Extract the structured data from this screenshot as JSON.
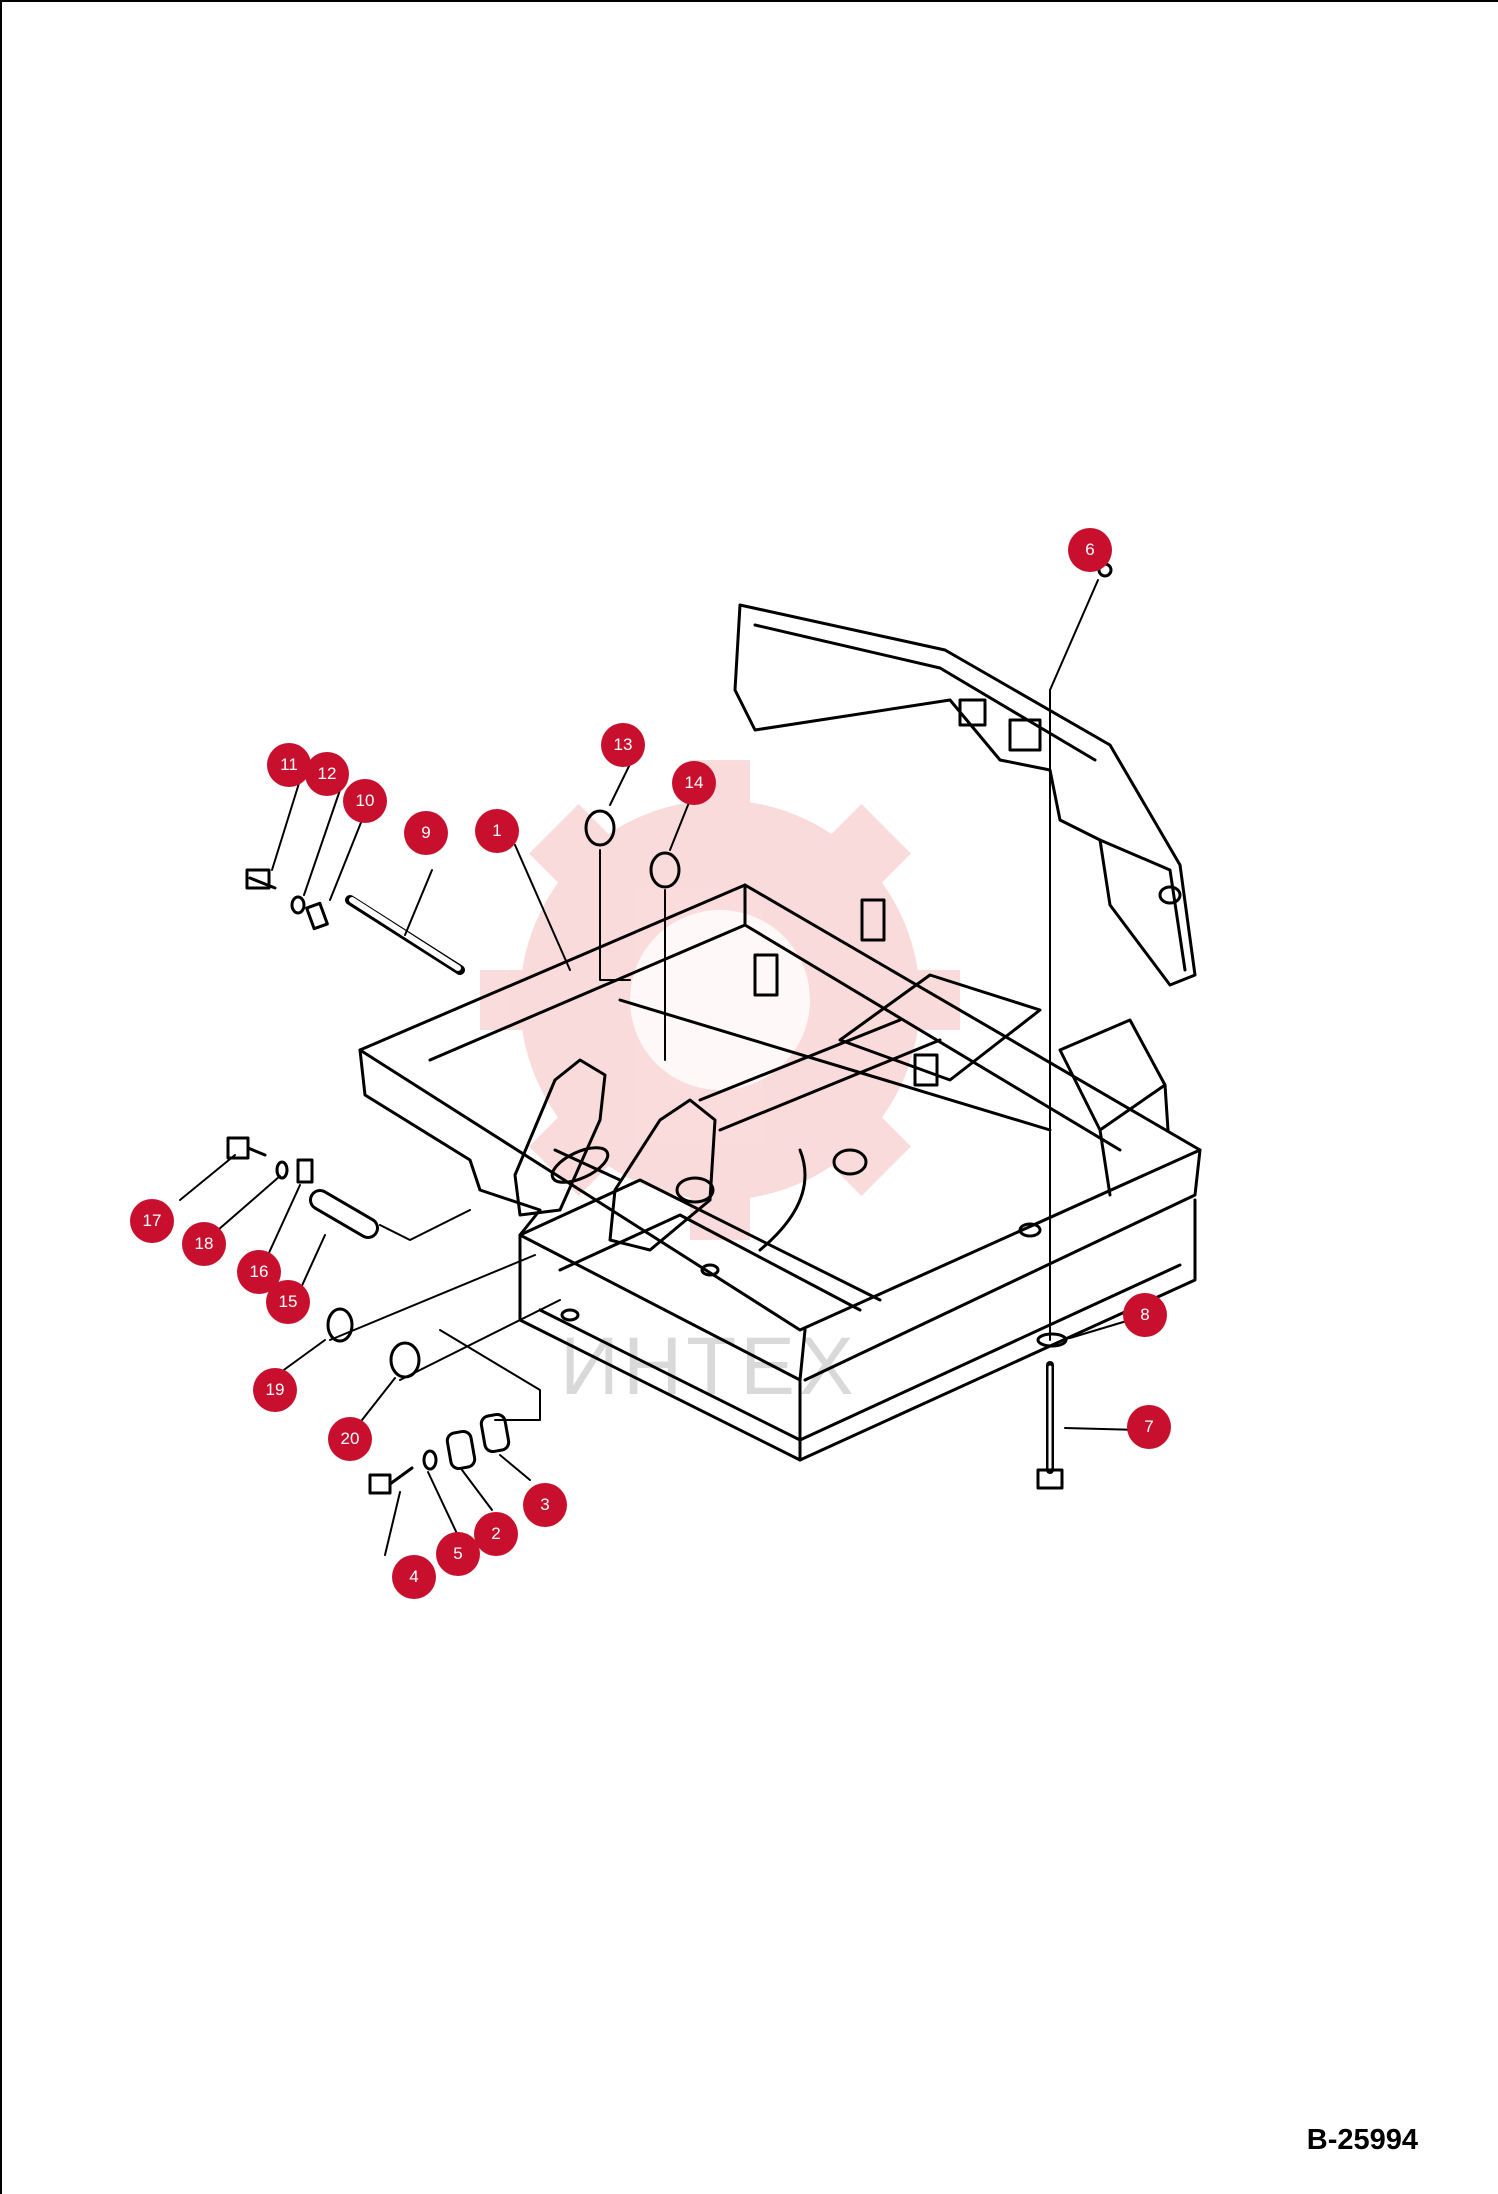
{
  "diagram": {
    "figure_code": "B-25994",
    "watermark": "ИНТЕХ",
    "callouts": [
      {
        "id": "1",
        "label": "1"
      },
      {
        "id": "2",
        "label": "2"
      },
      {
        "id": "3",
        "label": "3"
      },
      {
        "id": "4",
        "label": "4"
      },
      {
        "id": "5",
        "label": "5"
      },
      {
        "id": "6",
        "label": "6"
      },
      {
        "id": "7",
        "label": "7"
      },
      {
        "id": "8",
        "label": "8"
      },
      {
        "id": "9",
        "label": "9"
      },
      {
        "id": "10",
        "label": "10"
      },
      {
        "id": "11",
        "label": "11"
      },
      {
        "id": "12",
        "label": "12"
      },
      {
        "id": "13",
        "label": "13"
      },
      {
        "id": "14",
        "label": "14"
      },
      {
        "id": "15",
        "label": "15"
      },
      {
        "id": "16",
        "label": "16"
      },
      {
        "id": "17",
        "label": "17"
      },
      {
        "id": "18",
        "label": "18"
      },
      {
        "id": "19",
        "label": "19"
      },
      {
        "id": "20",
        "label": "20"
      }
    ],
    "colors": {
      "callout": "#c8102e",
      "line": "#000000",
      "watermark": "#f2b8b8"
    }
  }
}
